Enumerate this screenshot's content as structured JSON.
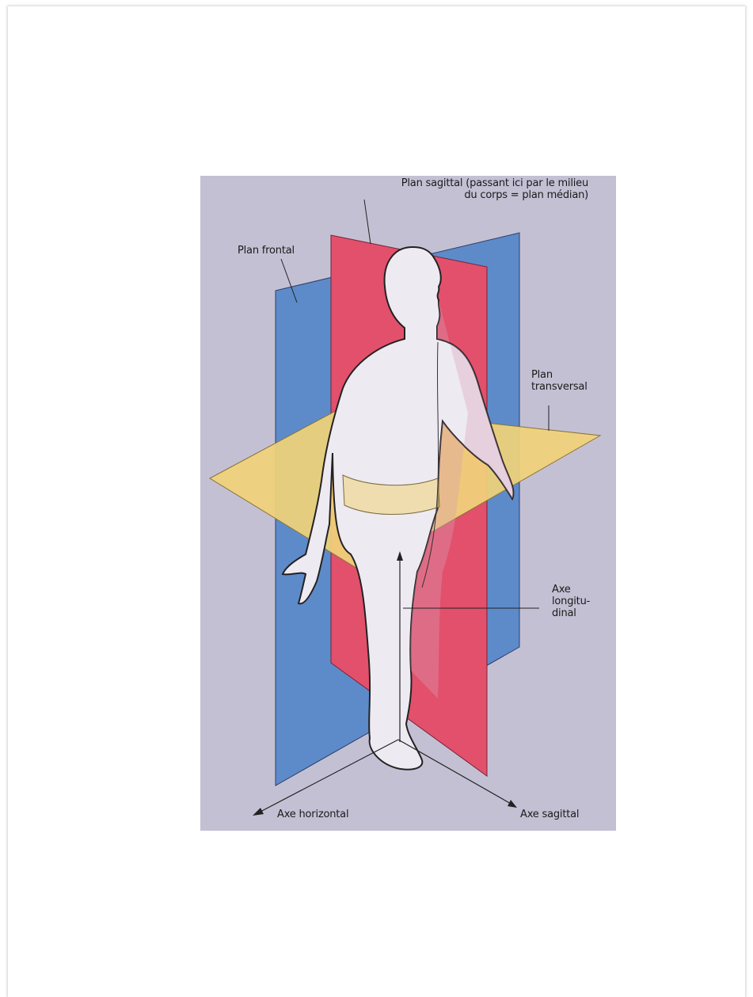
{
  "labels": {
    "plan_sagittal_line1": "Plan sagittal (passant ici par le milieu",
    "plan_sagittal_line2": "du corps = plan médian)",
    "plan_frontal": "Plan frontal",
    "plan_transversal_line1": "Plan",
    "plan_transversal_line2": "transversal",
    "axe_longitudinal_line1": "Axe",
    "axe_longitudinal_line2": "longitu-",
    "axe_longitudinal_line3": "dinal",
    "axe_horizontal": "Axe horizontal",
    "axe_sagittal": "Axe sagittal"
  },
  "colors": {
    "background": "#c4c0d4",
    "frontal_plane": "#5d8bc9",
    "sagittal_plane": "#e2506c",
    "transversal_plane": "#f0d27a",
    "body": "#eeeaf2",
    "outline": "#222222"
  }
}
